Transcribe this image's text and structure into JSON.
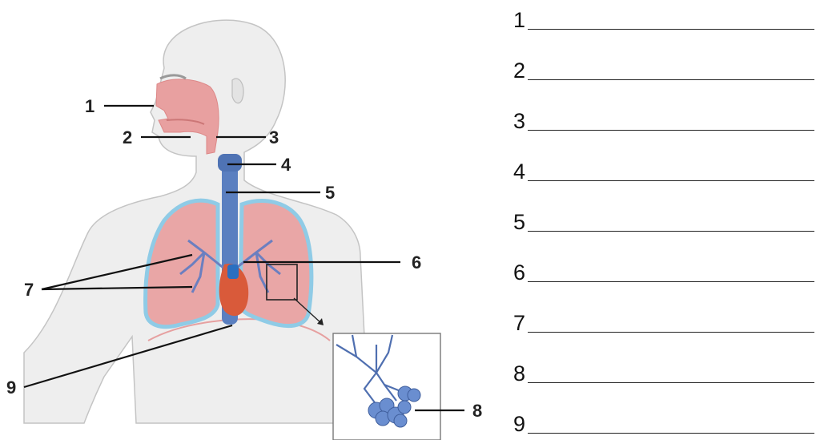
{
  "diagram": {
    "callouts": [
      "1",
      "2",
      "3",
      "4",
      "5",
      "6",
      "7",
      "8",
      "9"
    ]
  },
  "answers": [
    {
      "number": "1"
    },
    {
      "number": "2"
    },
    {
      "number": "3"
    },
    {
      "number": "4"
    },
    {
      "number": "5"
    },
    {
      "number": "6"
    },
    {
      "number": "7"
    },
    {
      "number": "8"
    },
    {
      "number": "9"
    }
  ],
  "colors": {
    "body": "#eeeeee",
    "outline": "#bdbdbd",
    "nasal": "#e8a0a0",
    "lung_fill": "#e9a6a6",
    "lung_border": "#8fcbe6",
    "airway": "#5a7fc0",
    "heart": "#d95a3a",
    "alveoli": "#6a8ed0"
  }
}
